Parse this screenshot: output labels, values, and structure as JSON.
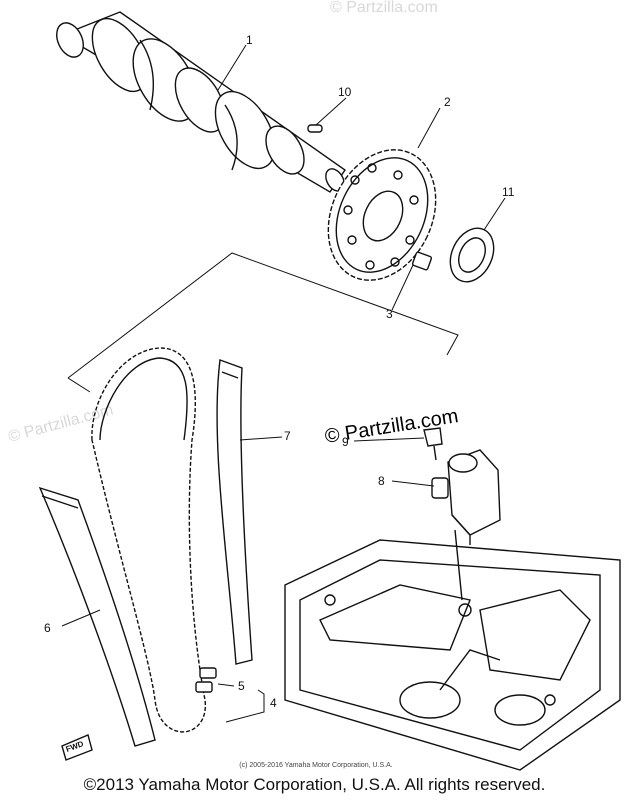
{
  "watermarks": {
    "main": "© Partzilla.com",
    "faint_left": "© Partzilla.com",
    "faint_top": "© Partzilla.com"
  },
  "callouts": {
    "c1": "1",
    "c2": "2",
    "c3": "3",
    "c4": "4",
    "c5": "5",
    "c6": "6",
    "c7": "7",
    "c8": "8",
    "c9": "9",
    "c10": "10",
    "c11": "11"
  },
  "fwd_label": "FWD",
  "small_copyright": "(c) 2005-2016 Yamaha Motor Corporation, U.S.A.",
  "footer": "©2013 Yamaha Motor Corporation, U.S.A. All rights reserved."
}
